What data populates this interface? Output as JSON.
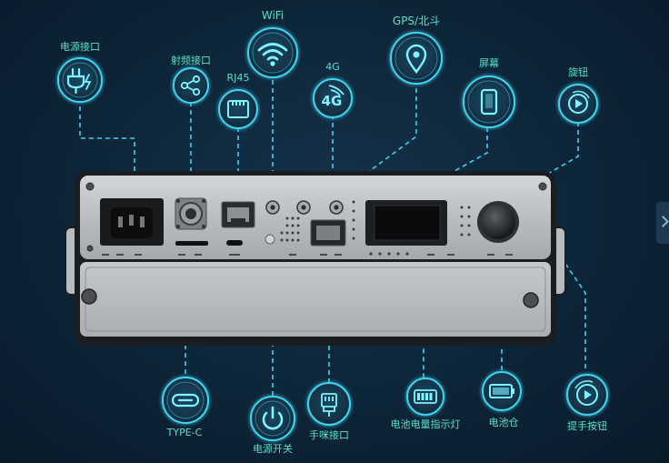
{
  "labels": {
    "power_port": "电源接口",
    "rf_port": "射频接口",
    "rj45": "RJ45",
    "wifi": "WiFi",
    "lte": "4G",
    "gps": "GPS/北斗",
    "screen": "屏幕",
    "knob": "旋钮",
    "type_c": "TYPE-C",
    "power_switch": "电源开关",
    "mic_port": "手咪接口",
    "battery_indicator": "电池电量指示灯",
    "battery_bay": "电池仓",
    "handle_button": "提手按钮"
  },
  "icon_text": {
    "lte_badge": "4G"
  },
  "colors": {
    "accent": "#3fd3f0",
    "label": "#58e0c8",
    "background": "#0d2236"
  },
  "icons": {
    "power_port": "power-plug-icon",
    "rf_port": "share-nodes-icon",
    "rj45": "ethernet-port-icon",
    "wifi": "wifi-icon",
    "lte": "signal-4g-icon",
    "gps": "location-pin-icon",
    "screen": "smartphone-icon",
    "knob": "rotary-knob-icon",
    "type_c": "usb-c-icon",
    "power_switch": "power-icon",
    "mic_port": "mic-connector-icon",
    "battery_indicator": "battery-level-icon",
    "battery_bay": "battery-icon",
    "handle_button": "handle-button-icon"
  }
}
